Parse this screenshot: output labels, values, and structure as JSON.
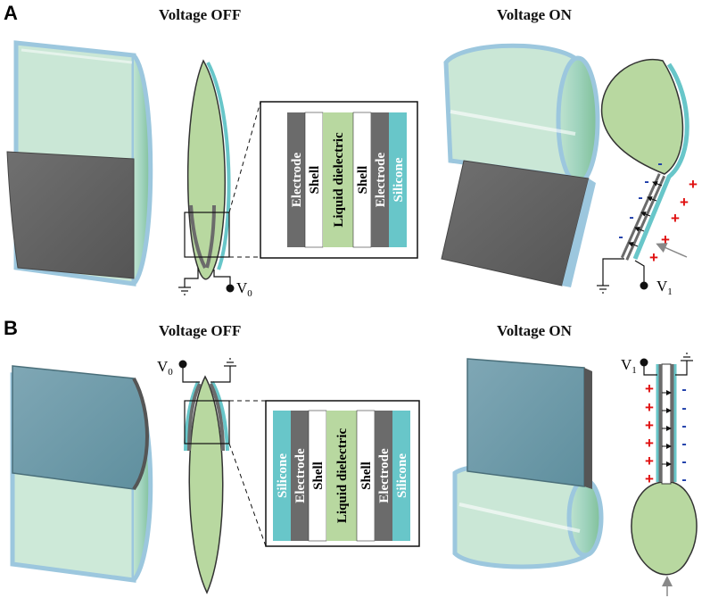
{
  "panels": {
    "A": {
      "letter": "A",
      "off_title": "Voltage OFF",
      "on_title": "Voltage ON",
      "layers": [
        "Electrode",
        "Shell",
        "Liquid dielectric",
        "Shell",
        "Electrode",
        "Silicone"
      ],
      "off_voltage": {
        "symbol": "V",
        "sub": "0"
      },
      "on_voltage": {
        "symbol": "V",
        "sub": "1"
      }
    },
    "B": {
      "letter": "B",
      "off_title": "Voltage OFF",
      "on_title": "Voltage ON",
      "layers": [
        "Silicone",
        "Electrode",
        "Shell",
        "Liquid dielectric",
        "Shell",
        "Electrode",
        "Silicone"
      ],
      "off_voltage": {
        "symbol": "V",
        "sub": "0"
      },
      "on_voltage": {
        "symbol": "V",
        "sub": "1"
      }
    }
  },
  "charges": {
    "plus": "+",
    "minus": "-"
  },
  "colors": {
    "electrode": "#6b6b6b",
    "shell": "#ffffff",
    "liquid": "#b8d8a0",
    "silicone": "#68c6c9",
    "pouch_green": "#a9d6b9",
    "pouch_outline": "#9cc7de",
    "plus": "#e01010",
    "minus": "#1a3aa8"
  }
}
